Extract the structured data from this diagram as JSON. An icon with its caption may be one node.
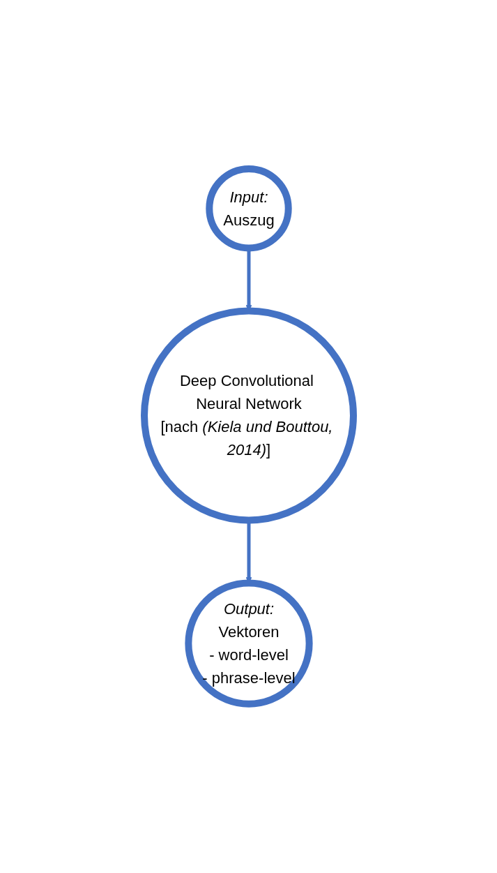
{
  "diagram": {
    "nodes": [
      {
        "text": [
          "Input:",
          "Auszug"
        ]
      },
      {
        "text": [
          "Deep Convolutional Neural Network",
          "[nach *(Kiela und Bouttou, 2014)*]"
        ]
      },
      {
        "text": [
          "Output:",
          "Vektoren",
          "- word-level",
          "- phrase-level"
        ]
      }
    ],
    "edges": [
      {
        "from": 0,
        "to": 1,
        "arrow": "to"
      },
      {
        "from": 1,
        "to": 2,
        "arrow": "to"
      }
    ]
  }
}
